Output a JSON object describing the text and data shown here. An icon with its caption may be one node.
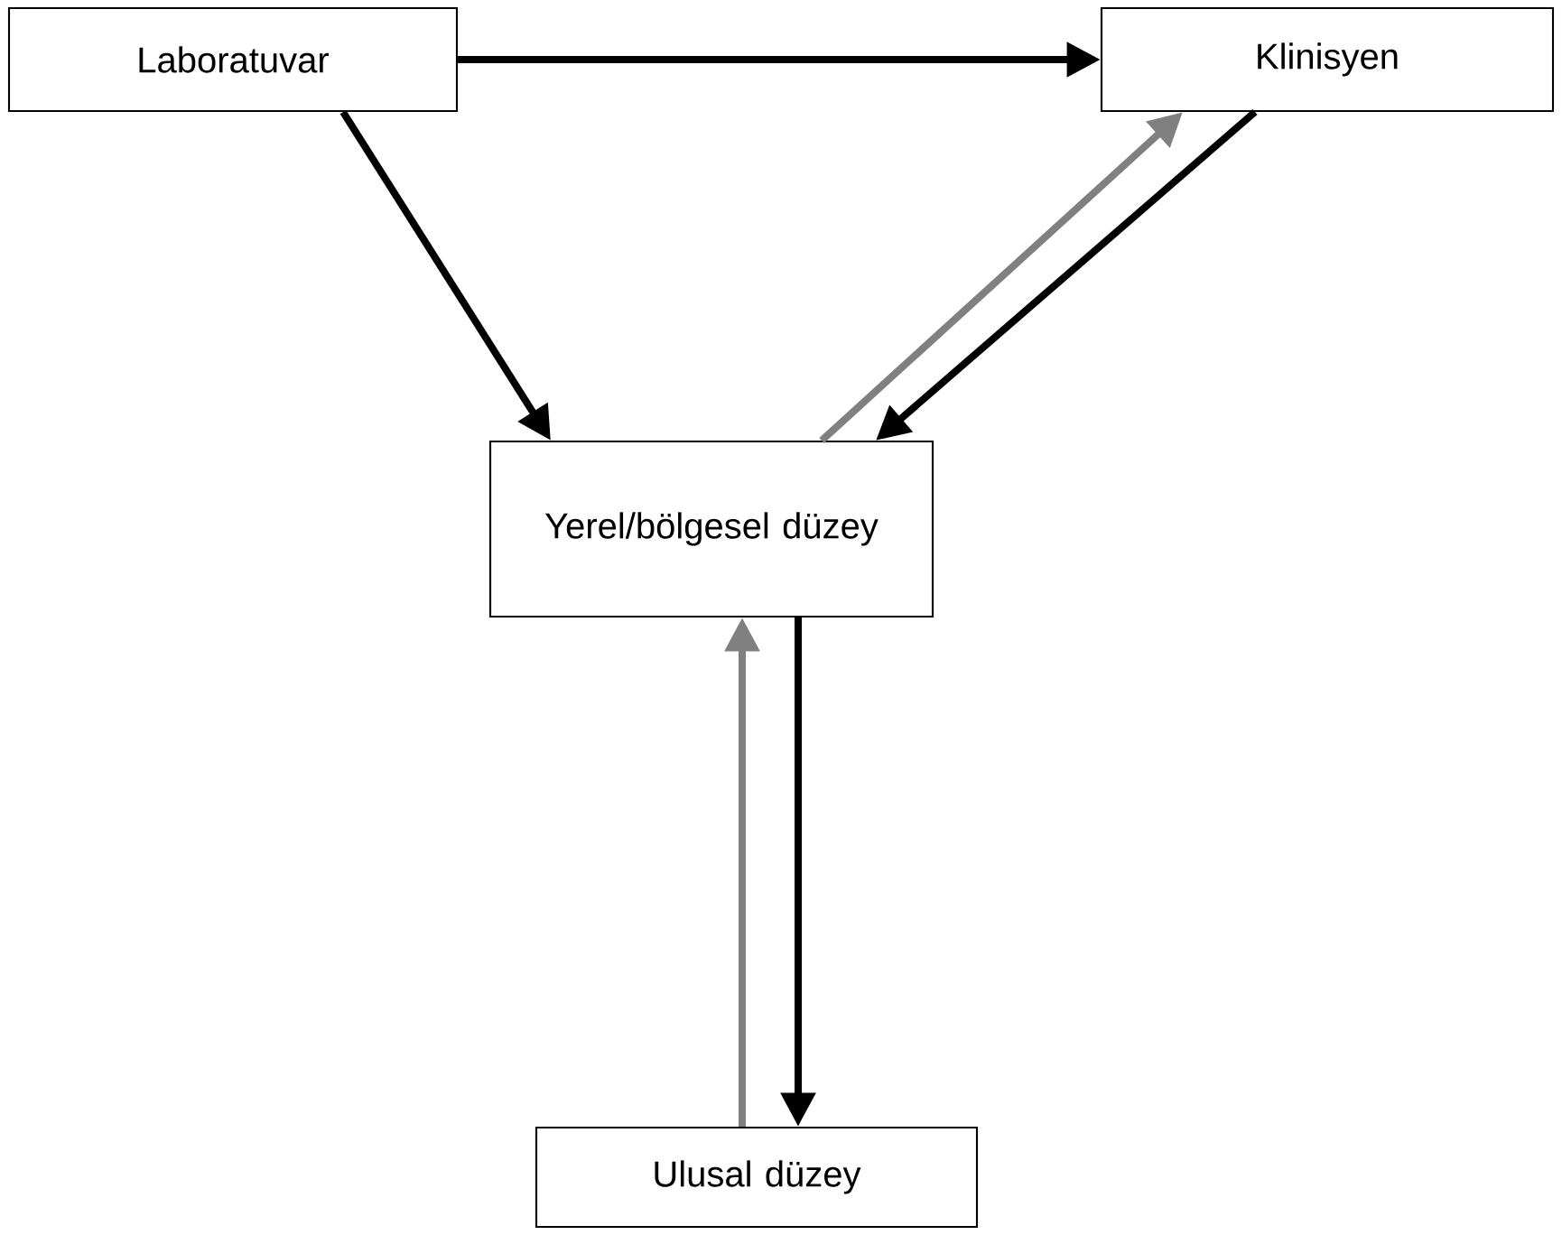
{
  "diagram": {
    "nodes": [
      {
        "text": [
          "Laboratuvar"
        ]
      },
      {
        "text": [
          "Klinisyen"
        ]
      },
      {
        "text": [
          "Yerel/bölgesel düzey"
        ]
      },
      {
        "text": [
          "Ulusal düzey"
        ]
      }
    ],
    "edges": [
      {
        "from": 0,
        "to": 1,
        "arrow": "to"
      },
      {
        "from": 0,
        "to": 2,
        "arrow": "to"
      },
      {
        "from": 1,
        "to": 2,
        "arrow": "to"
      },
      {
        "from": 2,
        "to": 1,
        "arrow": "to",
        "color": "#808080"
      },
      {
        "from": 2,
        "to": 3,
        "arrow": "to"
      },
      {
        "from": 3,
        "to": 2,
        "arrow": "to",
        "color": "#808080"
      }
    ]
  }
}
